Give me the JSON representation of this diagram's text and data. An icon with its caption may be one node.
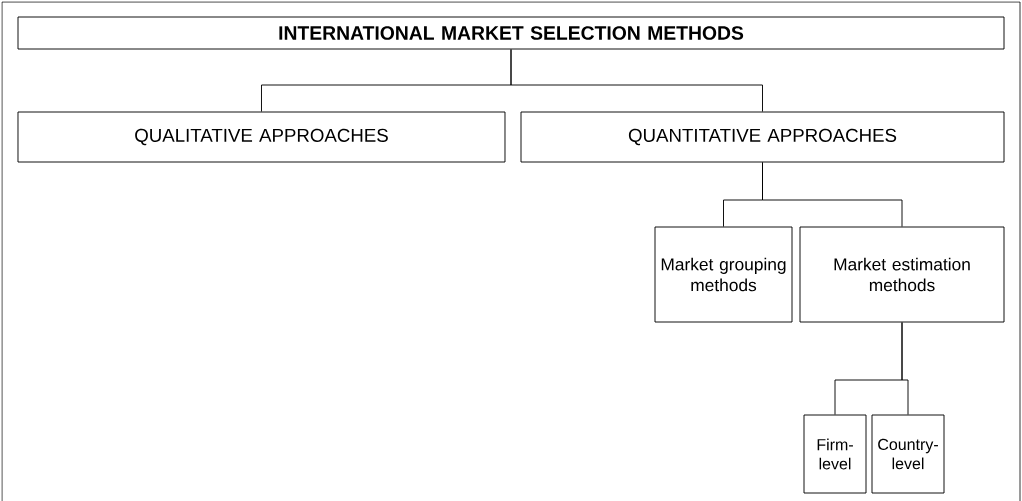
{
  "diagram": {
    "nodes": [
      {
        "text": [
          "INTERNATIONAL MARKET SELECTION METHODS"
        ]
      },
      {
        "text": [
          "QUALITATIVE APPROACHES"
        ]
      },
      {
        "text": [
          "QUANTITATIVE APPROACHES"
        ]
      },
      {
        "text": [
          "Market grouping methods"
        ]
      },
      {
        "text": [
          "Market estimation methods"
        ]
      },
      {
        "text": [
          "Firm-level"
        ]
      },
      {
        "text": [
          "Country-level"
        ]
      }
    ],
    "edges": [
      {
        "from": 0,
        "to": 1,
        "arrow": "none"
      },
      {
        "from": 0,
        "to": 2,
        "arrow": "none"
      },
      {
        "from": 2,
        "to": 3,
        "arrow": "none"
      },
      {
        "from": 2,
        "to": 4,
        "arrow": "none"
      },
      {
        "from": 4,
        "to": 5,
        "arrow": "none"
      },
      {
        "from": 4,
        "to": 6,
        "arrow": "none"
      }
    ]
  }
}
